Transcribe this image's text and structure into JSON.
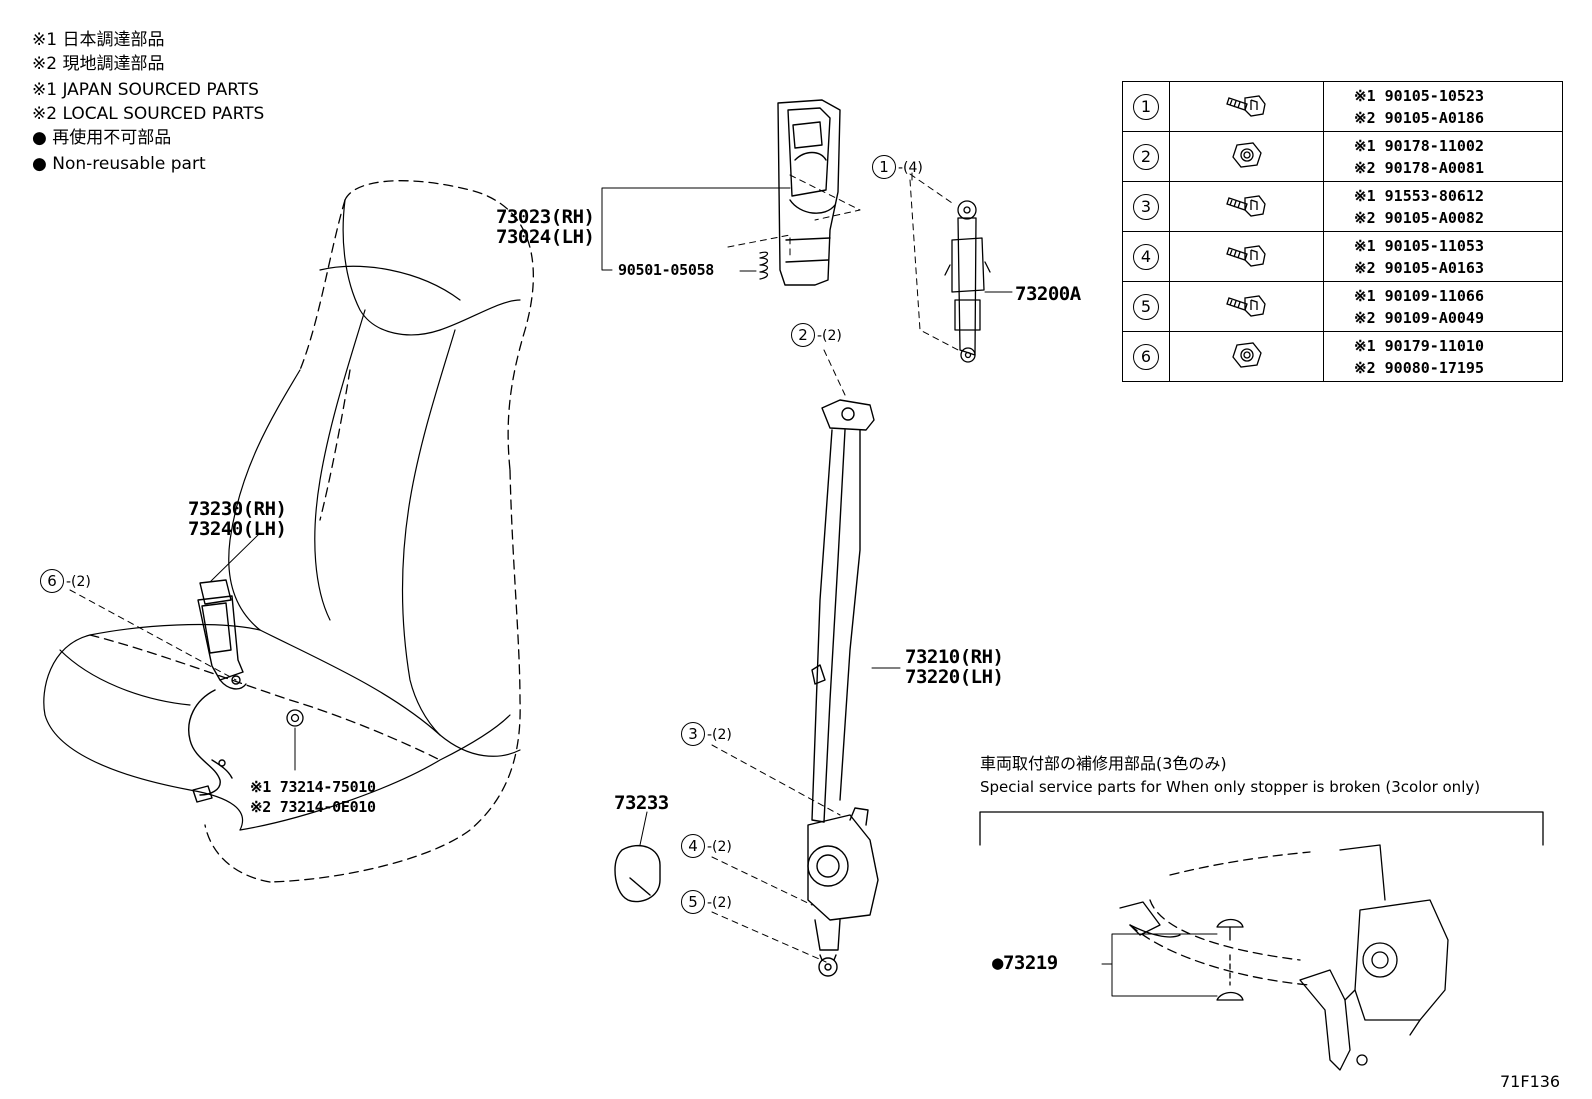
{
  "legend": {
    "line1": "※1 日本調達部品",
    "line2": "※2 現地調達部品",
    "line3": "※1 JAPAN SOURCED PARTS",
    "line4": "※2 LOCAL SOURCED PARTS",
    "line5": "● 再使用不可部品",
    "line6": "● Non-reusable part"
  },
  "fastener_table": [
    {
      "ref": "1",
      "part1": "※1 90105-10523",
      "part2": "※2 90105-A0186",
      "icon": "bolt-icon"
    },
    {
      "ref": "2",
      "part1": "※1 90178-11002",
      "part2": "※2 90178-A0081",
      "icon": "nut-icon"
    },
    {
      "ref": "3",
      "part1": "※1 91553-80612",
      "part2": "※2 90105-A0082",
      "icon": "bolt-icon"
    },
    {
      "ref": "4",
      "part1": "※1 90105-11053",
      "part2": "※2 90105-A0163",
      "icon": "bolt-icon"
    },
    {
      "ref": "5",
      "part1": "※1 90109-11066",
      "part2": "※2 90109-A0049",
      "icon": "bolt-icon"
    },
    {
      "ref": "6",
      "part1": "※1 90179-11010",
      "part2": "※2 90080-17195",
      "icon": "nut-icon"
    }
  ],
  "labels": {
    "cover_rh": "73023(RH)",
    "cover_lh": "73024(LH)",
    "spring": "90501-05058",
    "anchor": "73200A",
    "belt_rh": "73210(RH)",
    "belt_lh": "73220(LH)",
    "buckle_rh": "73230(RH)",
    "buckle_lh": "73240(LH)",
    "washer1": "※1 73214-75010",
    "washer2": "※2 73214-0E010",
    "cap": "73233",
    "stopper": "●73219",
    "diagram_code": "71F136"
  },
  "callouts": [
    {
      "ref": "1",
      "qty": "-(4)"
    },
    {
      "ref": "2",
      "qty": "-(2)"
    },
    {
      "ref": "3",
      "qty": "-(2)"
    },
    {
      "ref": "4",
      "qty": "-(2)"
    },
    {
      "ref": "5",
      "qty": "-(2)"
    },
    {
      "ref": "6",
      "qty": "-(2)"
    }
  ],
  "special_section": {
    "title_jp": "車両取付部の補修用部品(3色のみ)",
    "title_en": "Special service parts for When only stopper is broken (3color only)"
  }
}
